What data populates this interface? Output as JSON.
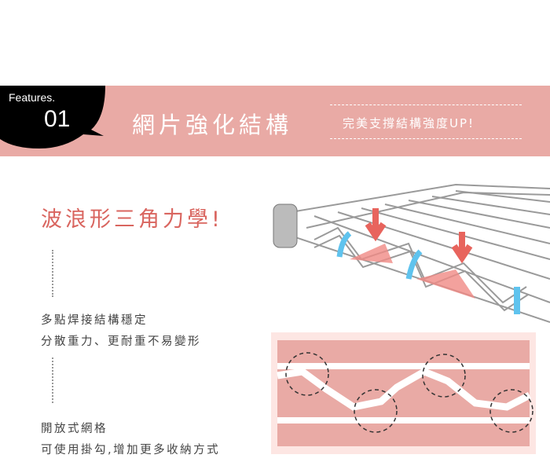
{
  "banner": {
    "features_label": "Features.",
    "number": "01",
    "title": "網片強化結構",
    "subtitle": "完美支撐結構強度UP!",
    "color": "#e9aaa5"
  },
  "headline": "波浪形三角力學!",
  "points": [
    {
      "line1": "多點焊接結構穩定",
      "line2": "分散重力、更耐重不易變形"
    },
    {
      "line1": "開放式網格",
      "line2": "可使用掛勾,增加更多收納方式"
    }
  ],
  "accent": "#d9655f"
}
